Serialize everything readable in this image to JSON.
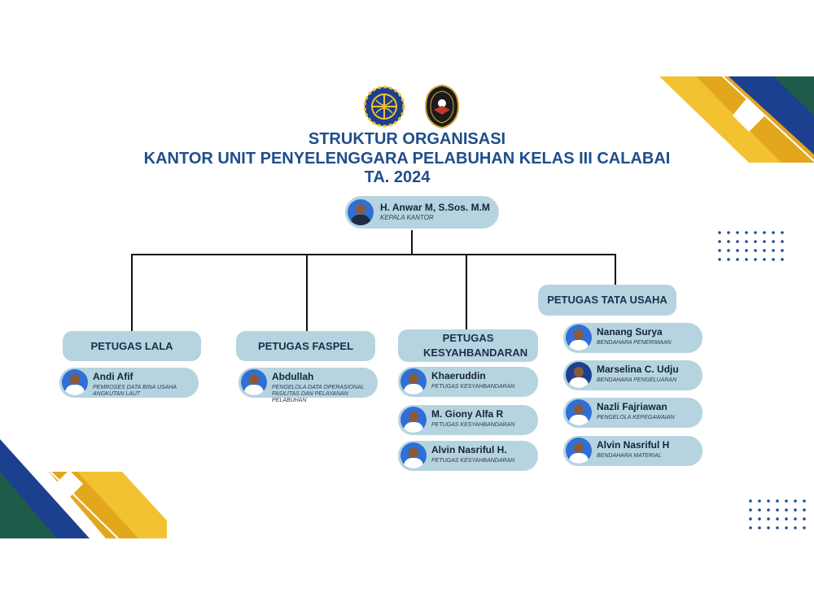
{
  "title": {
    "line1": "STRUKTUR ORGANISASI",
    "line2": "KANTOR UNIT PENYELENGGARA PELABUHAN KELAS III CALABAI",
    "line3": "TA. 2024"
  },
  "head": {
    "name": "H. Anwar M, S.Sos. M.M",
    "role": "KEPALA KANTOR"
  },
  "divisions": [
    {
      "label": "PETUGAS LALA",
      "members": [
        {
          "name": "Andi Afif",
          "role": "PEMROSES DATA BINA USAHA ANGKUTAN LAUT"
        }
      ]
    },
    {
      "label": "PETUGAS FASPEL",
      "members": [
        {
          "name": "Abdullah",
          "role": "PENGELOLA DATA OPERASIONAL FASILITAS DAN PELAYANAN PELABUHAN"
        }
      ]
    },
    {
      "label": "PETUGAS KESYAHBANDARAN",
      "members": [
        {
          "name": "Khaeruddin",
          "role": "PETUGAS KESYAHBANDARAN"
        },
        {
          "name": "M. Giony Alfa R",
          "role": "PETUGAS KESYAHBANDARAN"
        },
        {
          "name": "Alvin Nasriful H.",
          "role": "PETUGAS KESYAHBANDARAN"
        }
      ]
    },
    {
      "label": "PETUGAS TATA USAHA",
      "members": [
        {
          "name": "Nanang Surya",
          "role": "BENDAHARA PENERIMAAN"
        },
        {
          "name": "Marselina C. Udju",
          "role": "BENDAHARA PENGELUARAN"
        },
        {
          "name": "Nazli Fajriawan",
          "role": "PENGELOLA KEPEGAWAIAN"
        },
        {
          "name": "Alvin Nasriful H",
          "role": "BENDAHARA MATERIAL"
        }
      ]
    }
  ],
  "colors": {
    "title": "#1f4e8c",
    "pill": "#b6d4e0",
    "navy": "#1d3f8f",
    "gold": "#f2c230",
    "green": "#1e5b4a",
    "dots": "#1f4e8c"
  },
  "logos": [
    "ministry-of-transportation-logo",
    "sea-transportation-emblem"
  ]
}
